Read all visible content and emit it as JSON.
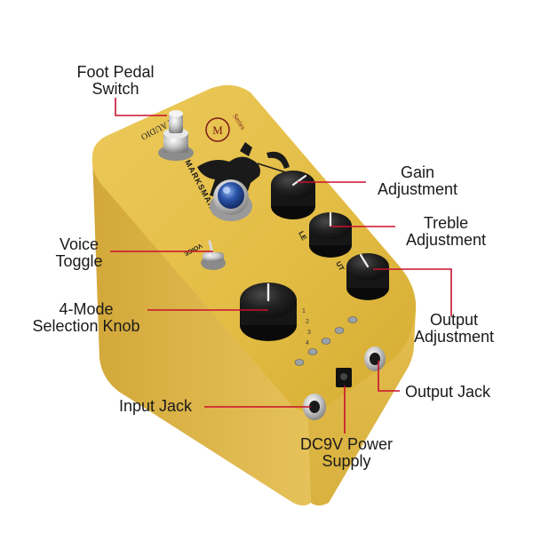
{
  "product": {
    "brand_text": "MARKSMAN",
    "audio_text": "M AUDIO",
    "series_text": "Series",
    "logo_letter": "M",
    "voice_text": "VOICE",
    "treble_text": "LE",
    "output_text": "UT",
    "mode_marks": [
      "1",
      "2",
      "3",
      "4"
    ]
  },
  "callouts": {
    "foot_pedal": [
      "Foot Pedal",
      "Switch"
    ],
    "gain": [
      "Gain",
      "Adjustment"
    ],
    "treble": [
      "Treble",
      "Adjustment"
    ],
    "voice": [
      "Voice",
      "Toggle"
    ],
    "mode_knob": [
      "4-Mode",
      "Selection Knob"
    ],
    "output_adj": [
      "Output",
      "Adjustment"
    ],
    "input_jack": "Input Jack",
    "output_jack": "Output Jack",
    "power": [
      "DC9V Power",
      "Supply"
    ]
  },
  "colors": {
    "body": "#e3bd45",
    "leader": "#c8102e",
    "knob": "#1c1c1c",
    "gem": "#2a54a8"
  }
}
